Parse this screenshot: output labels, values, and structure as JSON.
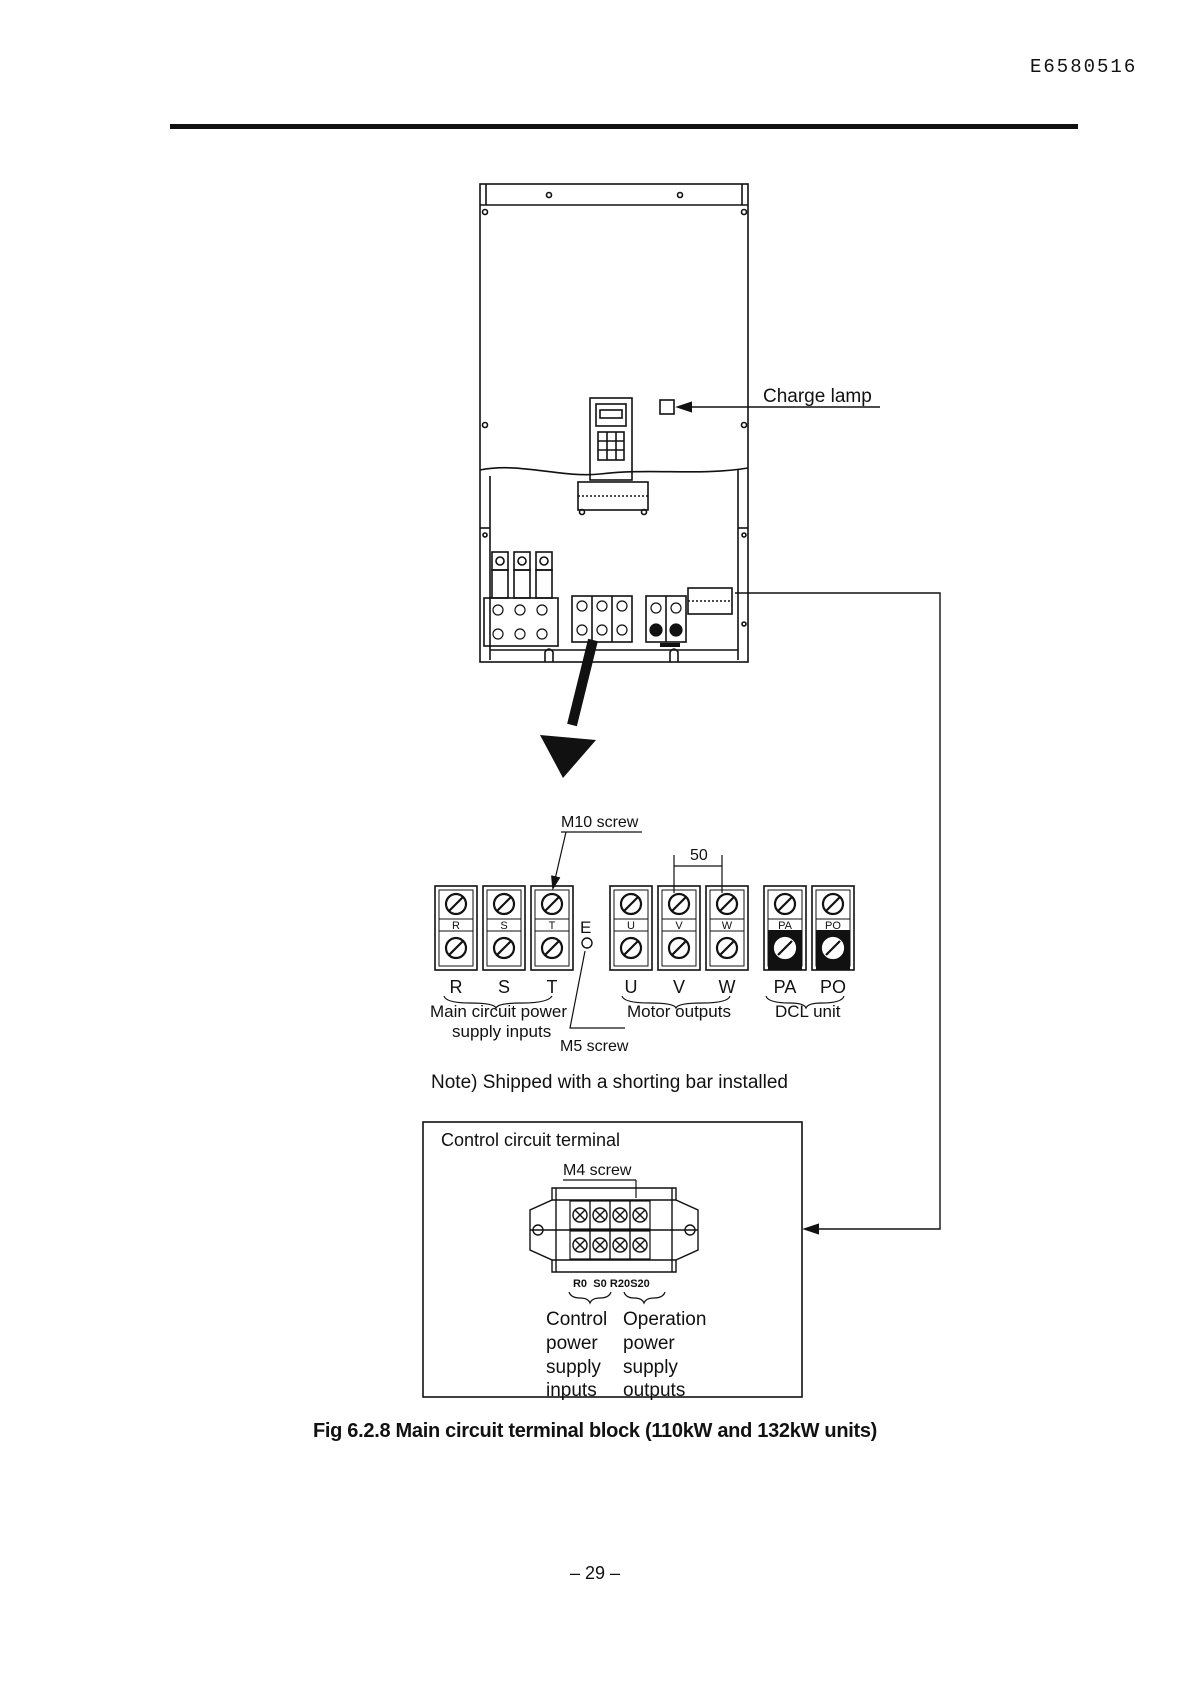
{
  "header": {
    "doc_id": "E6580516"
  },
  "labels": {
    "charge_lamp": "Charge lamp",
    "m10_screw": "M10 screw",
    "spacing": "50",
    "e_label": "E",
    "m5_screw": "M5 screw",
    "group_main_line1": "Main circuit power",
    "group_main_line2": "supply inputs",
    "group_motor": "Motor outputs",
    "group_dcl": "DCL unit",
    "note": "Note) Shipped with a shorting bar installed"
  },
  "terminals": [
    {
      "id": "R",
      "tag": "R",
      "label": "R"
    },
    {
      "id": "S",
      "tag": "S",
      "label": "S"
    },
    {
      "id": "T",
      "tag": "T",
      "label": "T"
    },
    {
      "id": "U",
      "tag": "U",
      "label": "U"
    },
    {
      "id": "V",
      "tag": "V",
      "label": "V"
    },
    {
      "id": "W",
      "tag": "W",
      "label": "W"
    },
    {
      "id": "PA",
      "tag": "PA",
      "label": "PA"
    },
    {
      "id": "PO",
      "tag": "PO",
      "label": "PO"
    }
  ],
  "control_box": {
    "title": "Control circuit terminal",
    "screw": "M4 screw",
    "terminals": [
      "R0",
      "S0",
      "R20",
      "S20"
    ],
    "left_group": [
      "Control",
      "power",
      "supply",
      "inputs"
    ],
    "right_group": [
      "Operation",
      "power",
      "supply",
      "outputs"
    ]
  },
  "caption": "Fig 6.2.8 Main circuit terminal block (110kW and 132kW units)",
  "page_number": "– 29 –"
}
